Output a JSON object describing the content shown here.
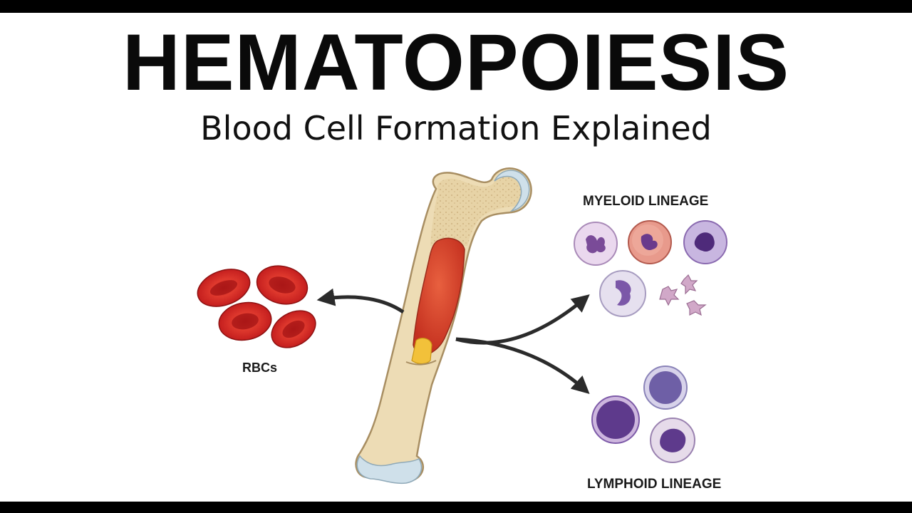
{
  "title": "HEMATOPOIESIS",
  "subtitle": "Blood Cell Formation Explained",
  "labels": {
    "rbcs": "RBCs",
    "myeloid": "MYELOID LINEAGE",
    "lymphoid": "LYMPHOID LINEAGE"
  },
  "colors": {
    "bone": "#ecdcb4",
    "bone_outline": "#a88e62",
    "marrow": "#d7412f",
    "rbc": "#d92626",
    "myeloid_cell": "#c9a0d6",
    "lymphoid_cell": "#7d5aa8",
    "arrow": "#2b2b2b"
  }
}
